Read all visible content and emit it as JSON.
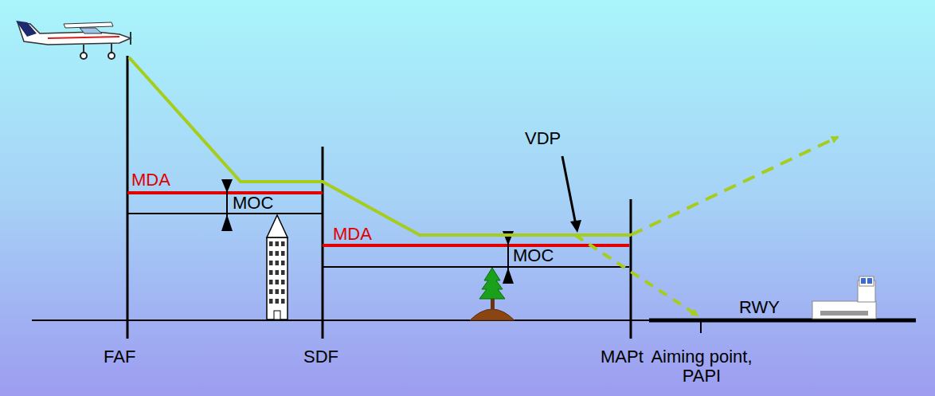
{
  "diagram": {
    "labels": [
      "MDA",
      "MOC",
      "MDA",
      "MOC",
      "VDP",
      "FAF",
      "SDF",
      "MAPt",
      "Aiming point, PAPI",
      "RWY"
    ]
  }
}
